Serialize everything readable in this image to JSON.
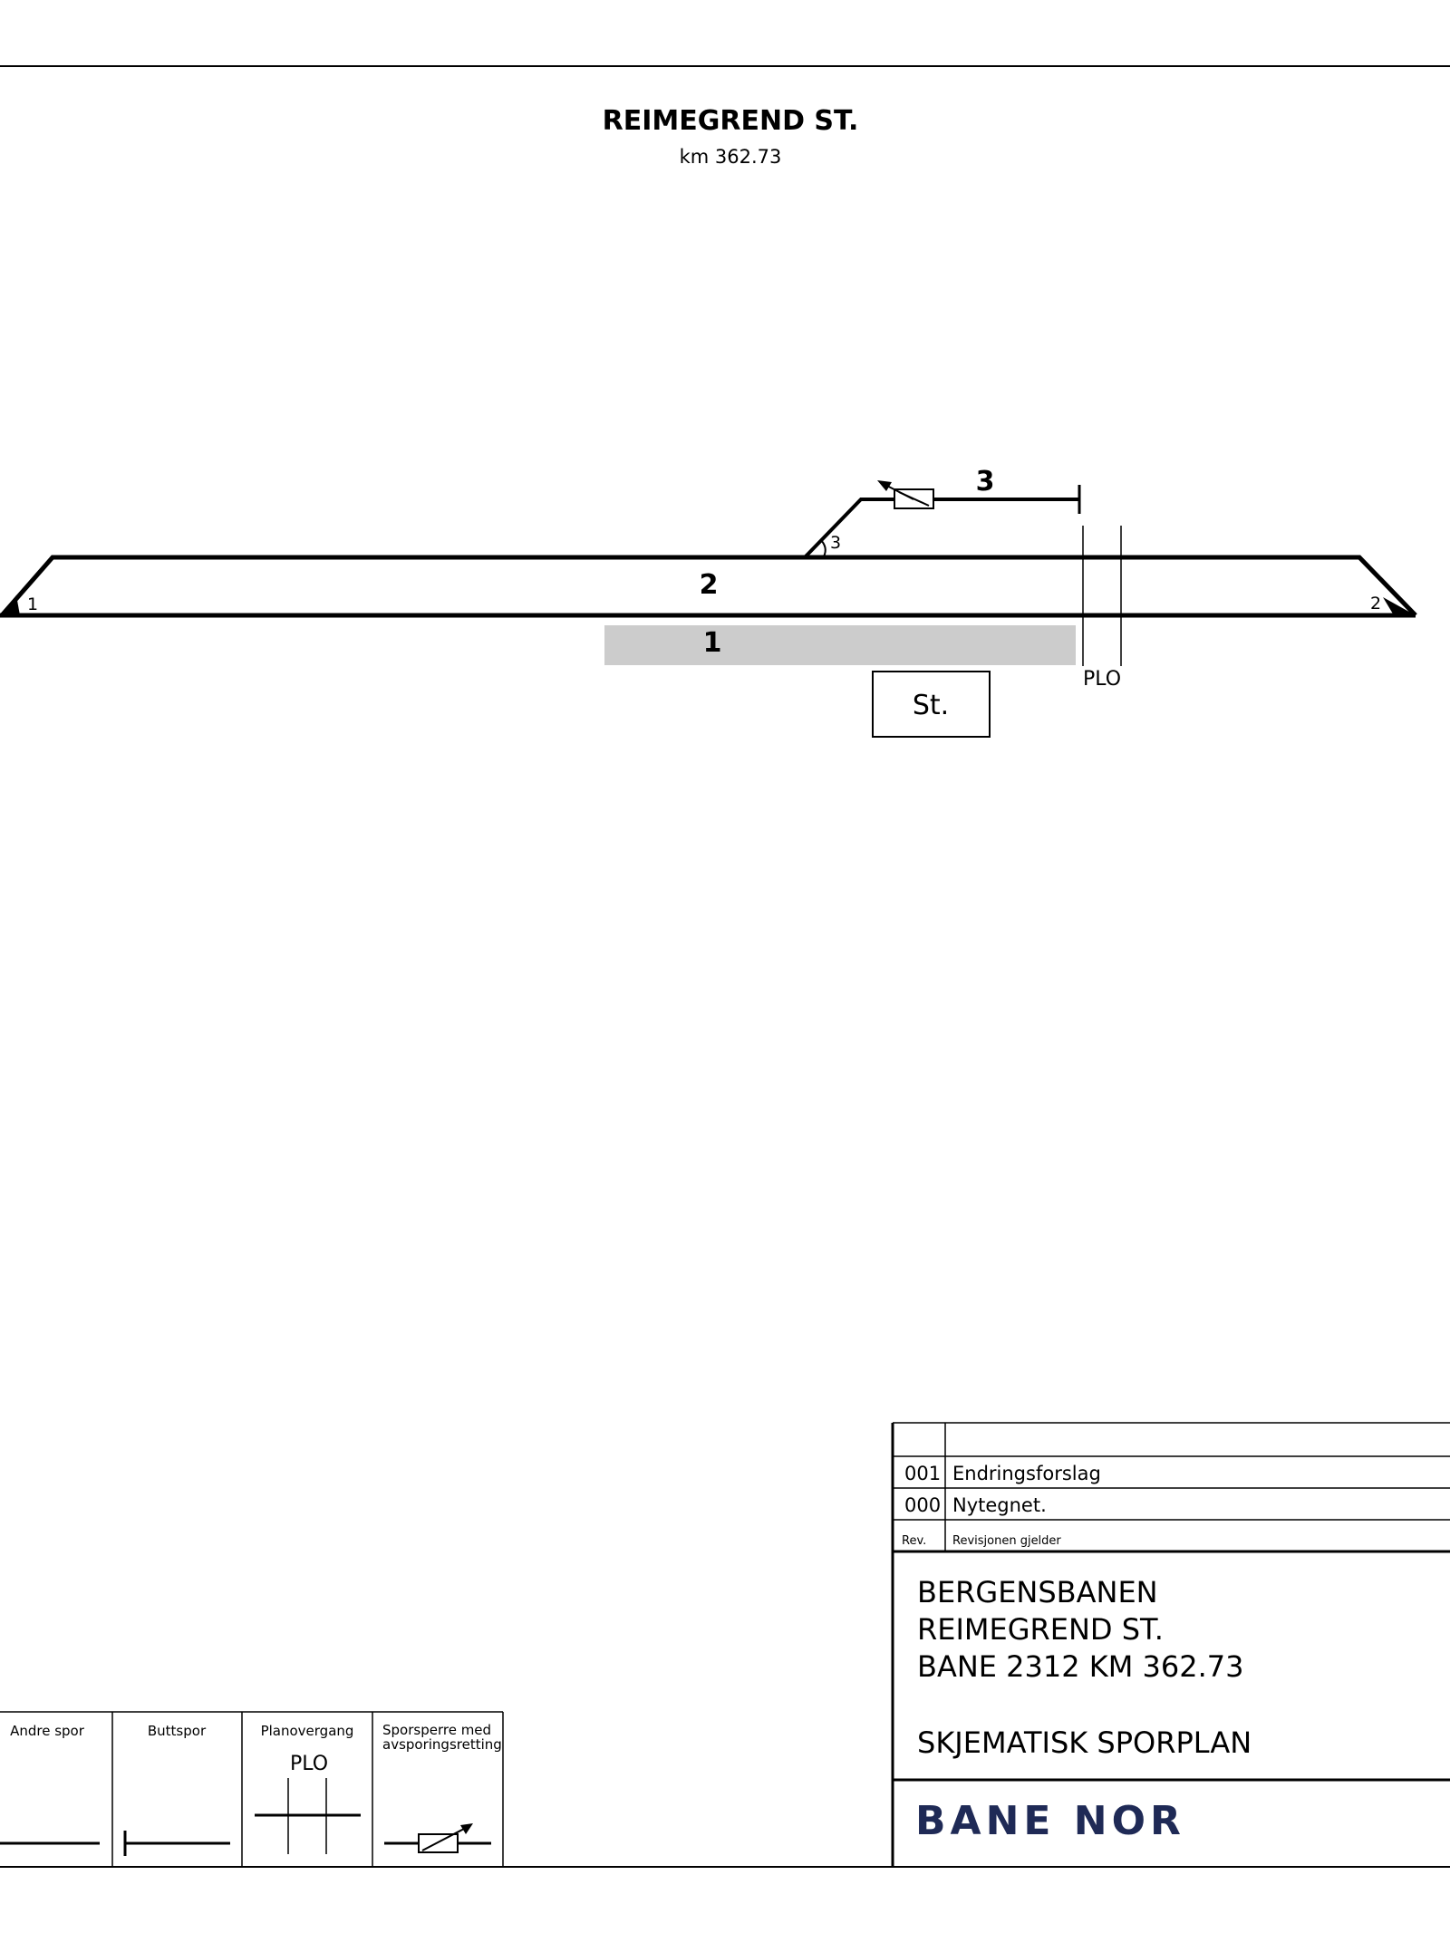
{
  "header": {
    "station_title": "REIMEGREND ST.",
    "km": "km 362.73"
  },
  "diagram": {
    "tracks": [
      "1",
      "2",
      "3"
    ],
    "switches": [
      "1",
      "2",
      "3"
    ],
    "station_building": "St.",
    "level_crossing": "PLO"
  },
  "revisions": {
    "rows": [
      {
        "rev": "001",
        "text": "Endringsforslag"
      },
      {
        "rev": "000",
        "text": "Nytegnet."
      }
    ],
    "col_rev": "Rev.",
    "col_text": "Revisjonen gjelder"
  },
  "title_block": {
    "line1": "BERGENSBANEN",
    "line2": "REIMEGREND ST.",
    "line3": "BANE 2312 KM 362.73",
    "line4": "SKJEMATISK SPORPLAN",
    "logo": "BANE NOR"
  },
  "legend": [
    {
      "label": "Andre spor"
    },
    {
      "label": "Buttspor"
    },
    {
      "label": "Planovergang",
      "symbol_text": "PLO"
    },
    {
      "label_line1": "Sporsperre med",
      "label_line2": "avsporingsretting"
    }
  ],
  "colors": {
    "ink": "#000000",
    "platform": "#cccccc",
    "logo": "#1f2a56"
  }
}
